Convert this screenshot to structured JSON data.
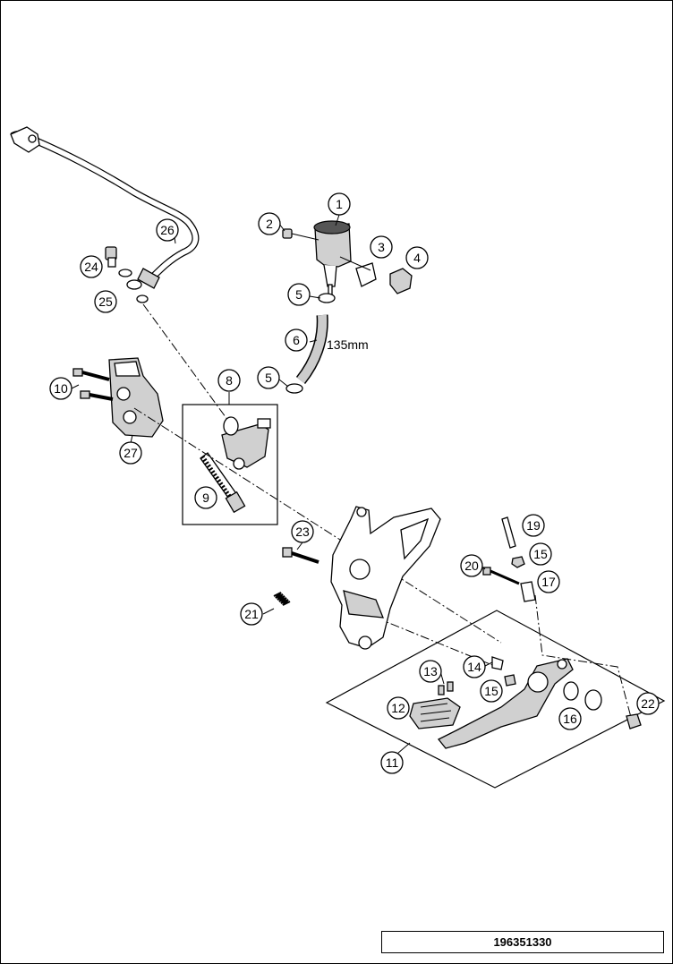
{
  "diagram": {
    "document_number": "196351330",
    "callouts": {
      "c1": "1",
      "c2": "2",
      "c3": "3",
      "c4": "4",
      "c5a": "5",
      "c5b": "5",
      "c6": "6",
      "c8": "8",
      "c9": "9",
      "c10": "10",
      "c11": "11",
      "c12": "12",
      "c13": "13",
      "c14": "14",
      "c15a": "15",
      "c15b": "15",
      "c16": "16",
      "c17": "17",
      "c19": "19",
      "c20": "20",
      "c21": "21",
      "c22": "22",
      "c23": "23",
      "c24": "24",
      "c25": "25",
      "c26": "26",
      "c27": "27"
    },
    "hose_length_label": "135mm"
  }
}
